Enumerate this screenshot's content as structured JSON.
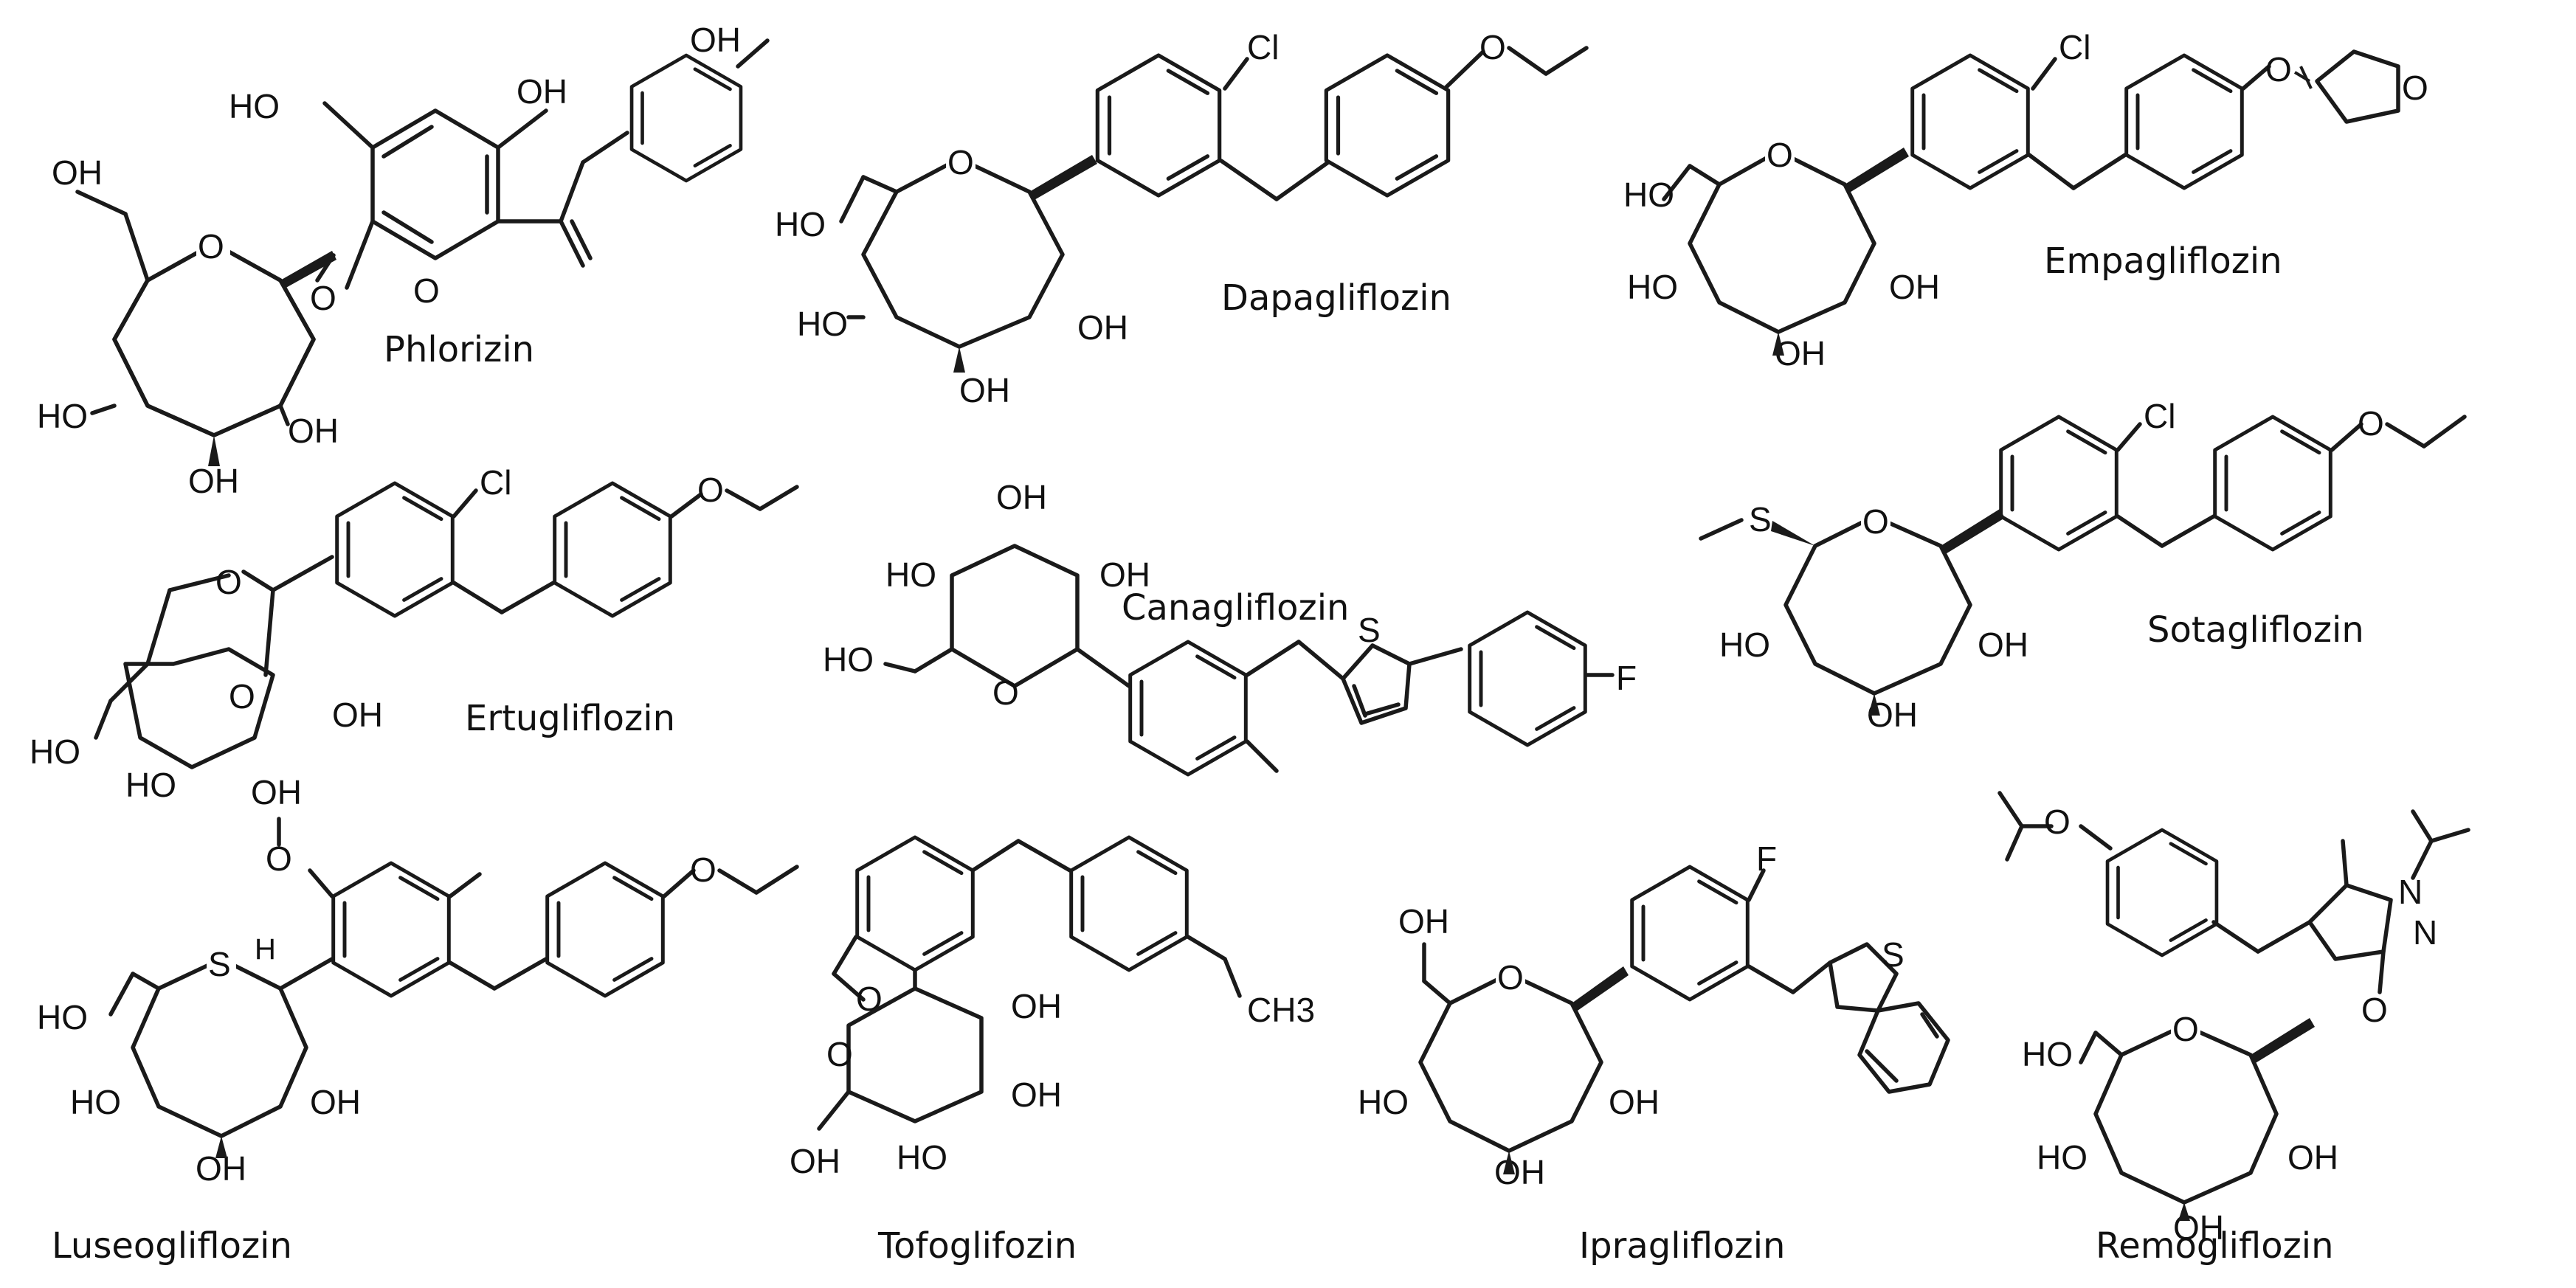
{
  "compounds": [
    {
      "name": "Phlorizin"
    },
    {
      "name": "Dapagliflozin"
    },
    {
      "name": "Empagliflozin"
    },
    {
      "name": "Ertugliflozin"
    },
    {
      "name": "Canagliflozin"
    },
    {
      "name": "Sotagliflozin"
    },
    {
      "name": "Luseogliflozin"
    },
    {
      "name": "Tofoglifozin"
    },
    {
      "name": "Ipragliflozin"
    },
    {
      "name": "Remogliflozin"
    }
  ],
  "atoms": {
    "OH": "OH",
    "HO": "HO",
    "O": "O",
    "Cl": "Cl",
    "F": "F",
    "S": "S",
    "N": "N",
    "H": "H",
    "CH3": "CH3"
  }
}
